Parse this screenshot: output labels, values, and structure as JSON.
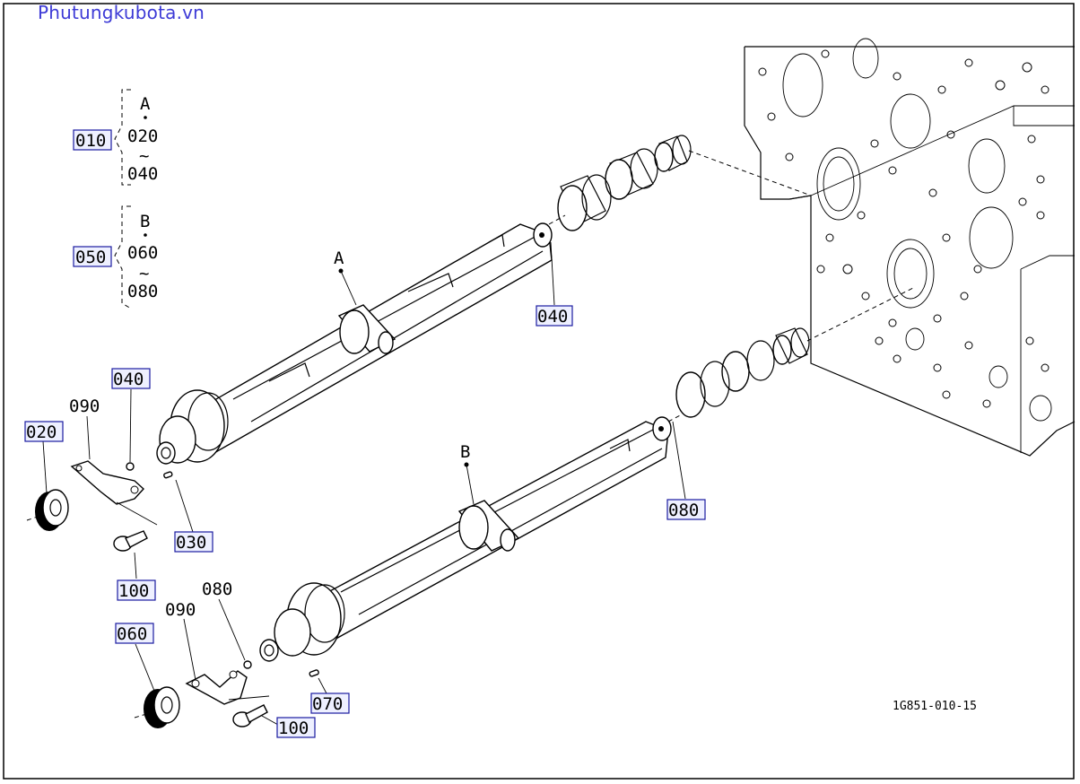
{
  "watermark": "Phutungkubota.vn",
  "reference_code": "1G851-010-15",
  "groups": [
    {
      "callout": "010",
      "top_label": "A",
      "from": "020",
      "to": "040",
      "tilde": "~"
    },
    {
      "callout": "050",
      "top_label": "B",
      "from": "060",
      "to": "080",
      "tilde": "~"
    }
  ],
  "assembly_labels": {
    "a": "A",
    "b": "B"
  },
  "callouts": {
    "c040_upper": "040",
    "c090_upper": "090",
    "c020": "020",
    "c030": "030",
    "c100_upper": "100",
    "c080_right": "080",
    "c080_lower": "080",
    "c090_lower": "090",
    "c060": "060",
    "c070": "070",
    "c100_lower": "100"
  }
}
